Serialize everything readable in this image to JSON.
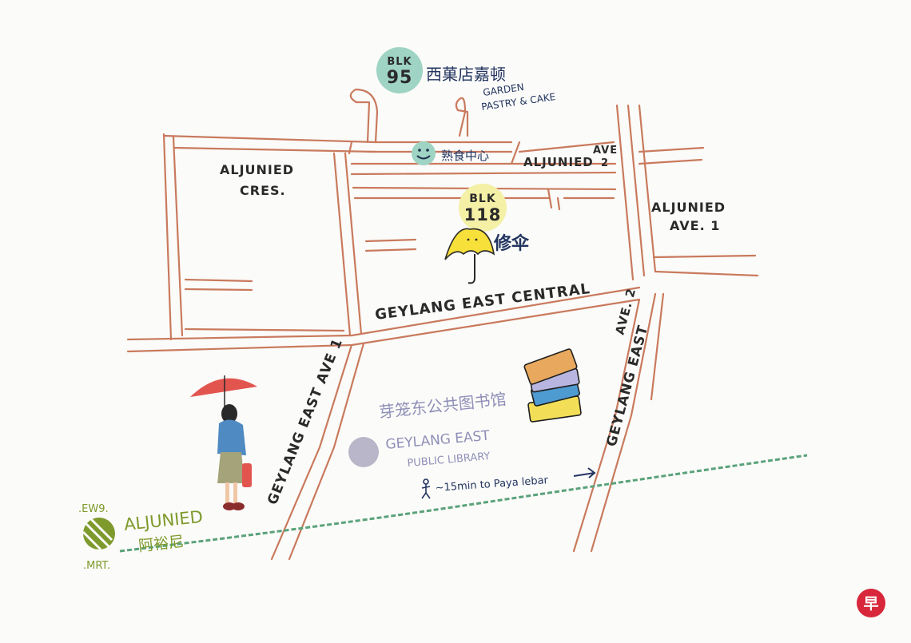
{
  "map": {
    "roads": {
      "aljunied_cres": [
        "ALJUNIED",
        "CRES."
      ],
      "aljunied_ave2": [
        "ALJUNIED",
        "AVE",
        "2"
      ],
      "aljunied_ave1": [
        "ALJUNIED",
        "AVE. 1"
      ],
      "geylang_east_central": "GEYLANG EAST CENTRAL",
      "geylang_east_ave1": "GEYLANG EAST AVE 1",
      "geylang_east_ave2": [
        "GEYLANG EAST",
        "AVE. 2"
      ]
    },
    "blk95": {
      "badge": [
        "BLK",
        "95"
      ],
      "name_cn": "西菓店嘉顿",
      "name_en": [
        "GARDEN",
        "PASTRY & CAKE"
      ]
    },
    "hawker": {
      "name_cn": "熟食中心"
    },
    "blk118": {
      "badge": [
        "BLK",
        "118"
      ],
      "name_cn": "修伞"
    },
    "library": {
      "name_cn": "芽笼东公共图书馆",
      "name_en": [
        "GEYLANG EAST",
        "PUBLIC LIBRARY"
      ]
    },
    "walk_note": "~15min to Paya lebar",
    "mrt": {
      "code": ".EW9.",
      "name_en": "ALJUNIED",
      "name_cn": "阿裕尼",
      "suffix": ".MRT."
    },
    "logo_char": "早",
    "colors": {
      "road": "#c97a5d",
      "blk95_badge": "#9fd3c3",
      "blk118_badge": "#f4f0a6",
      "umbrella_yellow": "#f7e03a",
      "library_dot": "#b8b6c8",
      "mrt_green": "#7f9a2c",
      "train_line": "#5aa27a",
      "logo_red": "#d8263a",
      "text_navy": "#22345f"
    },
    "icons": [
      "smiley-icon",
      "umbrella-icon",
      "books-icon",
      "walking-person-icon",
      "arrow-right-icon",
      "mrt-icon",
      "girl-with-umbrella-illustration",
      "newspaper-logo"
    ]
  }
}
